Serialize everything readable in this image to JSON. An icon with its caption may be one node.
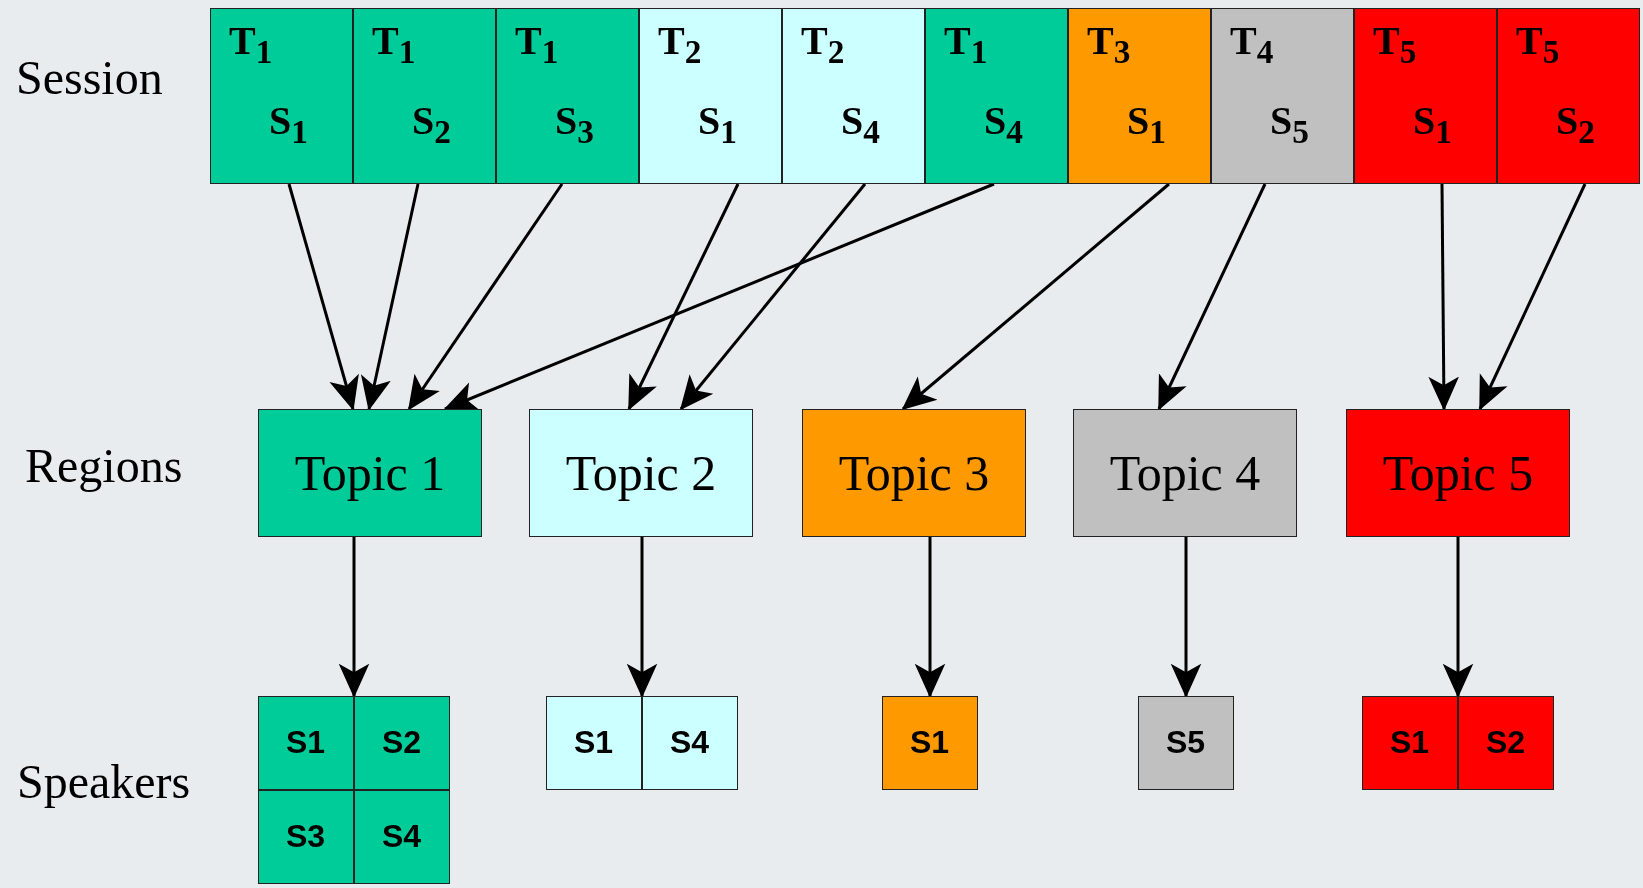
{
  "diagram": {
    "nodes": [
      {
        "text": [
          "T$_{1}$",
          "S$_{1}$"
        ]
      },
      {
        "text": [
          "T$_{1}$",
          "S$_{2}$"
        ]
      },
      {
        "text": [
          "T$_{1}$",
          "S$_{3}$"
        ]
      },
      {
        "text": [
          "T$_{2}$",
          "S$_{1}$"
        ]
      },
      {
        "text": [
          "T$_{2}$",
          "S$_{4}$"
        ]
      },
      {
        "text": [
          "T$_{1}$",
          "S$_{4}$"
        ]
      },
      {
        "text": [
          "T$_{3}$",
          "S$_{1}$"
        ]
      },
      {
        "text": [
          "T$_{4}$",
          "S$_{5}$"
        ]
      },
      {
        "text": [
          "T$_{5}$",
          "S$_{1}$"
        ]
      },
      {
        "text": [
          "T$_{5}$",
          "S$_{2}$"
        ]
      },
      {
        "text": [
          "Topic 1"
        ]
      },
      {
        "text": [
          "Topic 2"
        ]
      },
      {
        "text": [
          "Topic 3"
        ]
      },
      {
        "text": [
          "Topic 4"
        ]
      },
      {
        "text": [
          "Topic 5"
        ]
      },
      {
        "text": [],
        "shape": "box"
      },
      {
        "text": [
          "S1"
        ],
        "in": 15
      },
      {
        "text": [
          "S2"
        ],
        "in": 15
      },
      {
        "text": [
          "S3"
        ],
        "in": 15
      },
      {
        "text": [
          "S4"
        ],
        "in": 15
      },
      {
        "text": [],
        "shape": "box"
      },
      {
        "text": [
          "S1"
        ],
        "in": 20
      },
      {
        "text": [
          "S4"
        ],
        "in": 20
      },
      {
        "text": [],
        "shape": "box"
      },
      {
        "text": [
          "S1"
        ],
        "in": 23
      },
      {
        "text": [],
        "shape": "box"
      },
      {
        "text": [
          "S5"
        ],
        "in": 25
      },
      {
        "text": [],
        "shape": "box"
      },
      {
        "text": [
          "S1"
        ],
        "in": 27
      },
      {
        "text": [
          "S2"
        ],
        "in": 27
      }
    ],
    "edges": [
      {
        "from": 0,
        "to": 10,
        "arrow": "to"
      },
      {
        "from": 1,
        "to": 10,
        "arrow": "to"
      },
      {
        "from": 2,
        "to": 10,
        "arrow": "to"
      },
      {
        "from": 3,
        "to": 11,
        "arrow": "to"
      },
      {
        "from": 4,
        "to": 11,
        "arrow": "to"
      },
      {
        "from": 5,
        "to": 10,
        "arrow": "to"
      },
      {
        "from": 6,
        "to": 12,
        "arrow": "to"
      },
      {
        "from": 7,
        "to": 13,
        "arrow": "to"
      },
      {
        "from": 8,
        "to": 14,
        "arrow": "to"
      },
      {
        "from": 9,
        "to": 14,
        "arrow": "to"
      },
      {
        "from": 10,
        "to": 15,
        "arrow": "to"
      },
      {
        "from": 11,
        "to": 20,
        "arrow": "to"
      },
      {
        "from": 12,
        "to": 23,
        "arrow": "to"
      },
      {
        "from": 13,
        "to": 25,
        "arrow": "to"
      },
      {
        "from": 14,
        "to": 27,
        "arrow": "to"
      }
    ],
    "labels": [
      "Session",
      "Regions",
      "Speakers"
    ]
  }
}
